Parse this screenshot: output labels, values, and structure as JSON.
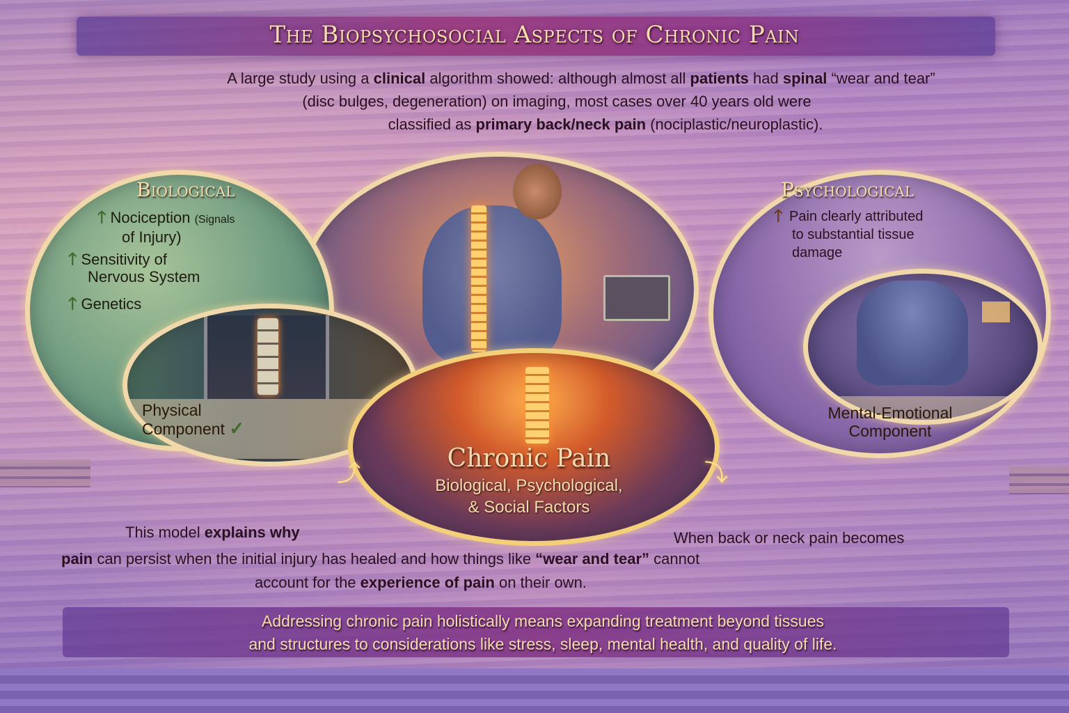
{
  "header": {
    "title": "The Biopsychosocial Aspects of Chronic Pain"
  },
  "intro": {
    "line1_parts": [
      "A large study using a ",
      "clinical",
      " algorithm showed: although almost all ",
      "patients",
      " had ",
      "spinal",
      " “wear and tear”"
    ],
    "line2": "(disc bulges, degeneration) on imaging, most cases over 40 years old were",
    "line3_parts": [
      "classified as ",
      "primary back/neck pain",
      " (nociplastic/neuroplastic)."
    ]
  },
  "biological": {
    "heading": "Biological",
    "items": [
      {
        "icon": "arrow-up-icon",
        "main": "Nociception",
        "detail": "(Signals",
        "detail2": "of Injury)"
      },
      {
        "icon": "arrow-up-icon",
        "main": "Sensitivity of",
        "main2": "Nervous System"
      },
      {
        "icon": "arrow-up-icon",
        "main": "Genetics"
      }
    ],
    "component_line1": "Physical",
    "component_line2": "Component",
    "component_icon": "checkmark-icon",
    "accent_color": "#3e6a2a"
  },
  "psychological": {
    "heading": "Psychological",
    "item_icon": "arrow-up-icon",
    "item_line1": "Pain clearly attributed",
    "item_line2": "to substantial tissue",
    "item_line3": "damage",
    "component_line1": "Mental-Emotional",
    "component_line2": "Component",
    "accent_color": "#6a3a1c"
  },
  "core": {
    "title": "Chronic Pain",
    "subtitle_line1": "Biological, Psychological,",
    "subtitle_line2": "& Social Factors",
    "arrow_left_icon": "cycle-arrow-left-icon",
    "arrow_right_icon": "cycle-arrow-right-icon"
  },
  "explanation": {
    "left_parts": [
      "This model ",
      "explains why"
    ],
    "right": "When back or neck pain becomes",
    "line2_parts": [
      "pain",
      " can persist when the initial injury has healed and how things like ",
      "“wear and tear”",
      " cannot"
    ],
    "line3_parts": [
      "account for the ",
      "experience of pain",
      " on their own."
    ]
  },
  "footer": {
    "line1": "Addressing chronic pain holistically means expanding treatment beyond tissues",
    "line2": "and structures to considerations like stress, sleep, mental health, and quality of life."
  },
  "colors": {
    "gold_text": "#f6dcae",
    "ring": "#f0d8aa",
    "dark_text": "#2a1020"
  }
}
